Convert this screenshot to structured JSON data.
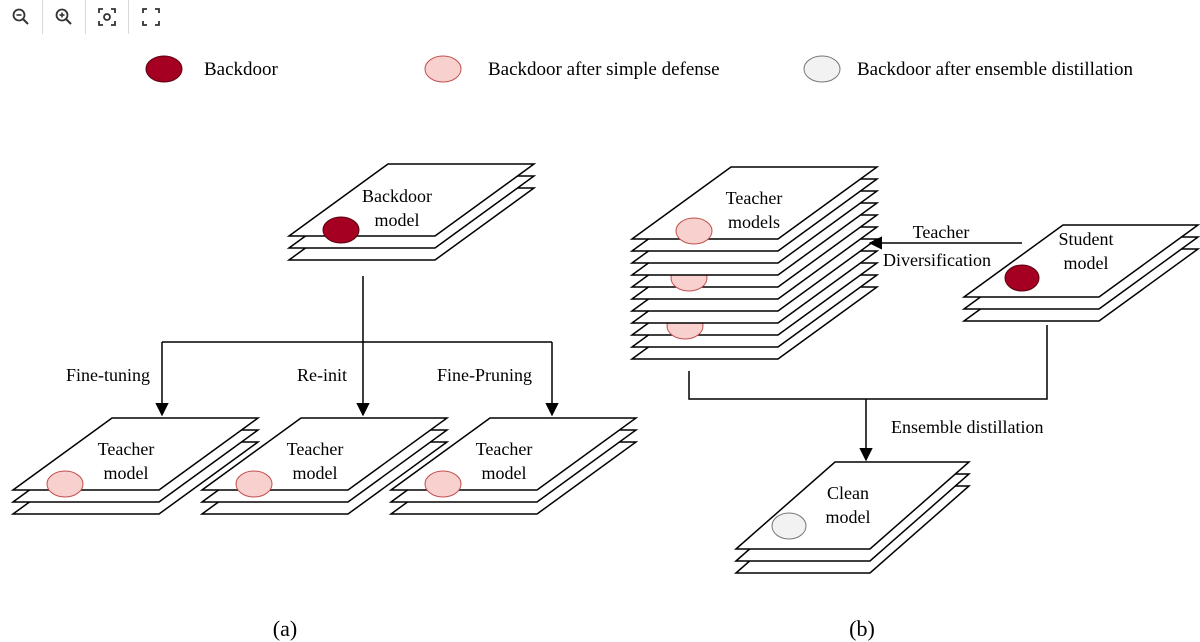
{
  "toolbar": {
    "buttons": [
      {
        "name": "zoom-out-button",
        "icon": "zoom-out-icon"
      },
      {
        "name": "zoom-in-button",
        "icon": "zoom-in-icon"
      },
      {
        "name": "fit-to-view-button",
        "icon": "focus-frame-icon"
      },
      {
        "name": "fullscreen-button",
        "icon": "fullscreen-icon"
      }
    ]
  },
  "colors": {
    "backdoor": "#a50021",
    "simple_defense": "#f8d0ce",
    "simple_defense_stroke": "#c0504d",
    "ensemble": "#f2f2f2",
    "ensemble_stroke": "#777777"
  },
  "legend": {
    "backdoor": "Backdoor",
    "simple_defense": "Backdoor after simple defense",
    "ensemble": "Backdoor after ensemble distillation"
  },
  "panel_a": {
    "source_line1": "Backdoor",
    "source_line2": "model",
    "edge_finetuning": "Fine-tuning",
    "edge_reinit": "Re-init",
    "edge_finepruning": "Fine-Pruning",
    "teacher_line1": "Teacher",
    "teacher_line2": "model",
    "caption": "(a)"
  },
  "panel_b": {
    "teachers_line1": "Teacher",
    "teachers_line2": "models",
    "diversify_line1": "Teacher",
    "diversify_line2": "Diversification",
    "student_line1": "Student",
    "student_line2": "model",
    "distill_label": "Ensemble distillation",
    "clean_line1": "Clean",
    "clean_line2": "model",
    "caption": "(b)"
  }
}
